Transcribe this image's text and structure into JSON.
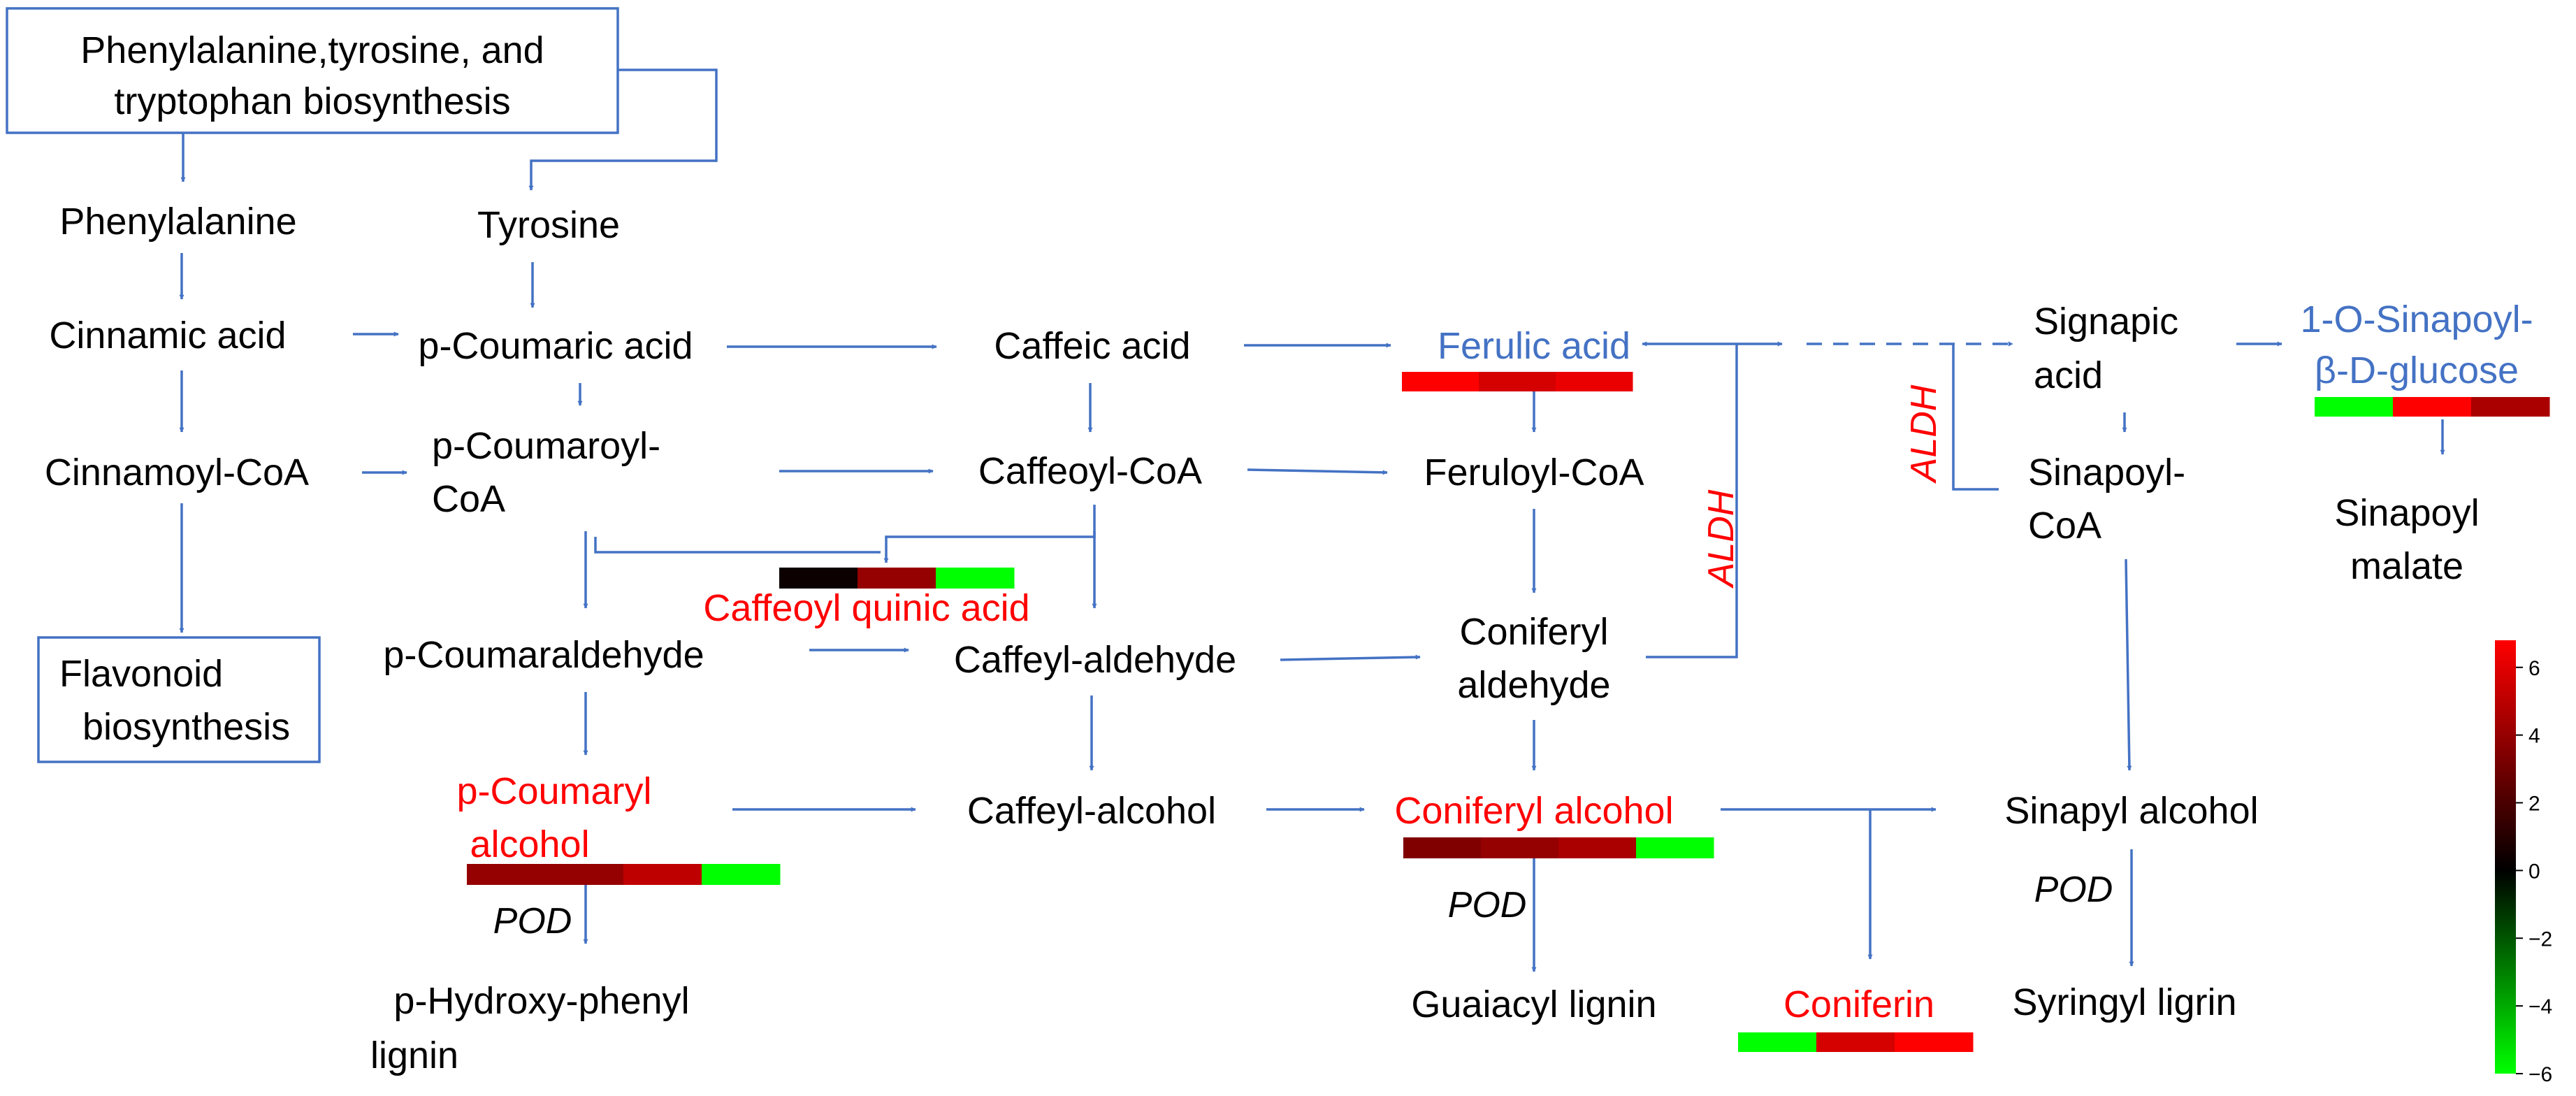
{
  "nodes": {
    "phe_tyr_trp_line1": "Phenylalanine,tyrosine, and",
    "phe_tyr_trp_line2": "tryptophan biosynthesis",
    "phenylalanine": "Phenylalanine",
    "tyrosine": "Tyrosine",
    "cinnamic_acid": "Cinnamic acid",
    "p_coumaric_acid": "p-Coumaric acid",
    "caffeic_acid": "Caffeic acid",
    "ferulic_acid": "Ferulic acid",
    "signapic_acid_line1": "Signapic",
    "signapic_acid_line2": "acid",
    "sinapoyl_glucose_line1": "1-O-Sinapoyl-",
    "sinapoyl_glucose_line2": "β-D-glucose",
    "cinnamoyl_coa": "Cinnamoyl-CoA",
    "p_coumaroyl_coa_line1": "p-Coumaroyl-",
    "p_coumaroyl_coa_line2": "CoA",
    "caffeoyl_coa": "Caffeoyl-CoA",
    "feruloyl_coa": "Feruloyl-CoA",
    "sinapoyl_coa_line1": "Sinapoyl-",
    "sinapoyl_coa_line2": "CoA",
    "sinapoyl_malate_line1": "Sinapoyl",
    "sinapoyl_malate_line2": "malate",
    "caffeoyl_quinic_acid": "Caffeoyl quinic acid",
    "flavonoid_line1": "Flavonoid",
    "flavonoid_line2": "biosynthesis",
    "p_coumaraldehyde": "p-Coumaraldehyde",
    "caffeyl_aldehyde": "Caffeyl-aldehyde",
    "coniferyl_aldehyde_line1": "Coniferyl",
    "coniferyl_aldehyde_line2": "aldehyde",
    "p_coumaryl_alcohol_line1": "p-Coumaryl",
    "p_coumaryl_alcohol_line2": "alcohol",
    "caffeyl_alcohol": "Caffeyl-alcohol",
    "coniferyl_alcohol": "Coniferyl alcohol",
    "sinapyl_alcohol": "Sinapyl alcohol",
    "p_hydroxyphenyl_lignin_line1": "p-Hydroxy-phenyl",
    "p_hydroxyphenyl_lignin_line2": "lignin",
    "guaiacyl_lignin": "Guaiacyl lignin",
    "coniferin": "Coniferin",
    "syringyl_lignin": "Syringyl ligrin"
  },
  "enzymes": {
    "aldh_1": "ALDH",
    "aldh_2": "ALDH",
    "pod_1": "POD",
    "pod_2": "POD",
    "pod_3": "POD"
  },
  "colors": {
    "pathway_line": "#4472c4",
    "highlight_red": "#ff0000",
    "highlight_blue": "#4472c4",
    "scale_high": "#ff0000",
    "scale_mid": "#000000",
    "scale_low": "#00ff00"
  },
  "heatmaps": [
    {
      "metabolite": "Ferulic acid",
      "values": [
        6.5,
        5.0,
        5.5
      ]
    },
    {
      "metabolite": "1-O-Sinapoyl-β-D-glucose",
      "values": [
        -6,
        6,
        4
      ]
    },
    {
      "metabolite": "Caffeoyl quinic acid",
      "values": [
        0.3,
        3.5,
        -6
      ]
    },
    {
      "metabolite": "p-Coumaryl alcohol",
      "values": [
        3.5,
        3.5,
        4.5,
        -6
      ]
    },
    {
      "metabolite": "Coniferyl alcohol",
      "values": [
        3.0,
        3.5,
        4.0,
        -6
      ]
    },
    {
      "metabolite": "Coniferin",
      "values": [
        -6,
        5.0,
        6.0
      ]
    }
  ],
  "color_scale": {
    "min": -6,
    "max": 6.8,
    "ticks": [
      "6",
      "4",
      "2",
      "0",
      "−2",
      "−4",
      "−6"
    ]
  }
}
